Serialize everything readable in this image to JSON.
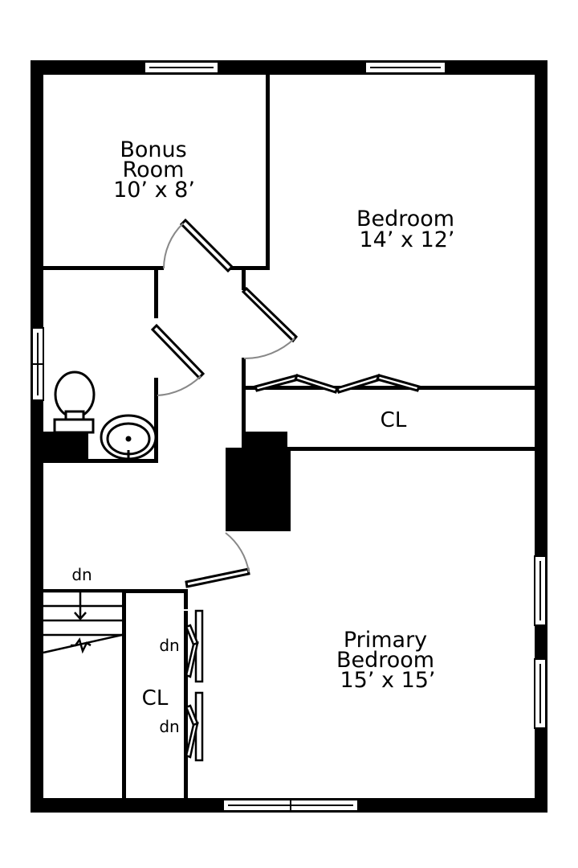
{
  "rooms": {
    "bonus": {
      "name_line1": "Bonus",
      "name_line2": "Room",
      "size": "10’ x 8’"
    },
    "bedroom": {
      "name": "Bedroom",
      "size": "14’ x 12’"
    },
    "primary": {
      "name_line1": "Primary",
      "name_line2": "Bedroom",
      "size": "15’ x 15’"
    },
    "closet_upper": {
      "name": "CL"
    },
    "closet_lower": {
      "name": "CL"
    }
  },
  "stairs": {
    "main_label": "dn",
    "small_label_1": "dn",
    "small_label_2": "dn"
  },
  "colors": {
    "wall": "#000000",
    "door_swing": "#888888",
    "background": "#ffffff"
  }
}
